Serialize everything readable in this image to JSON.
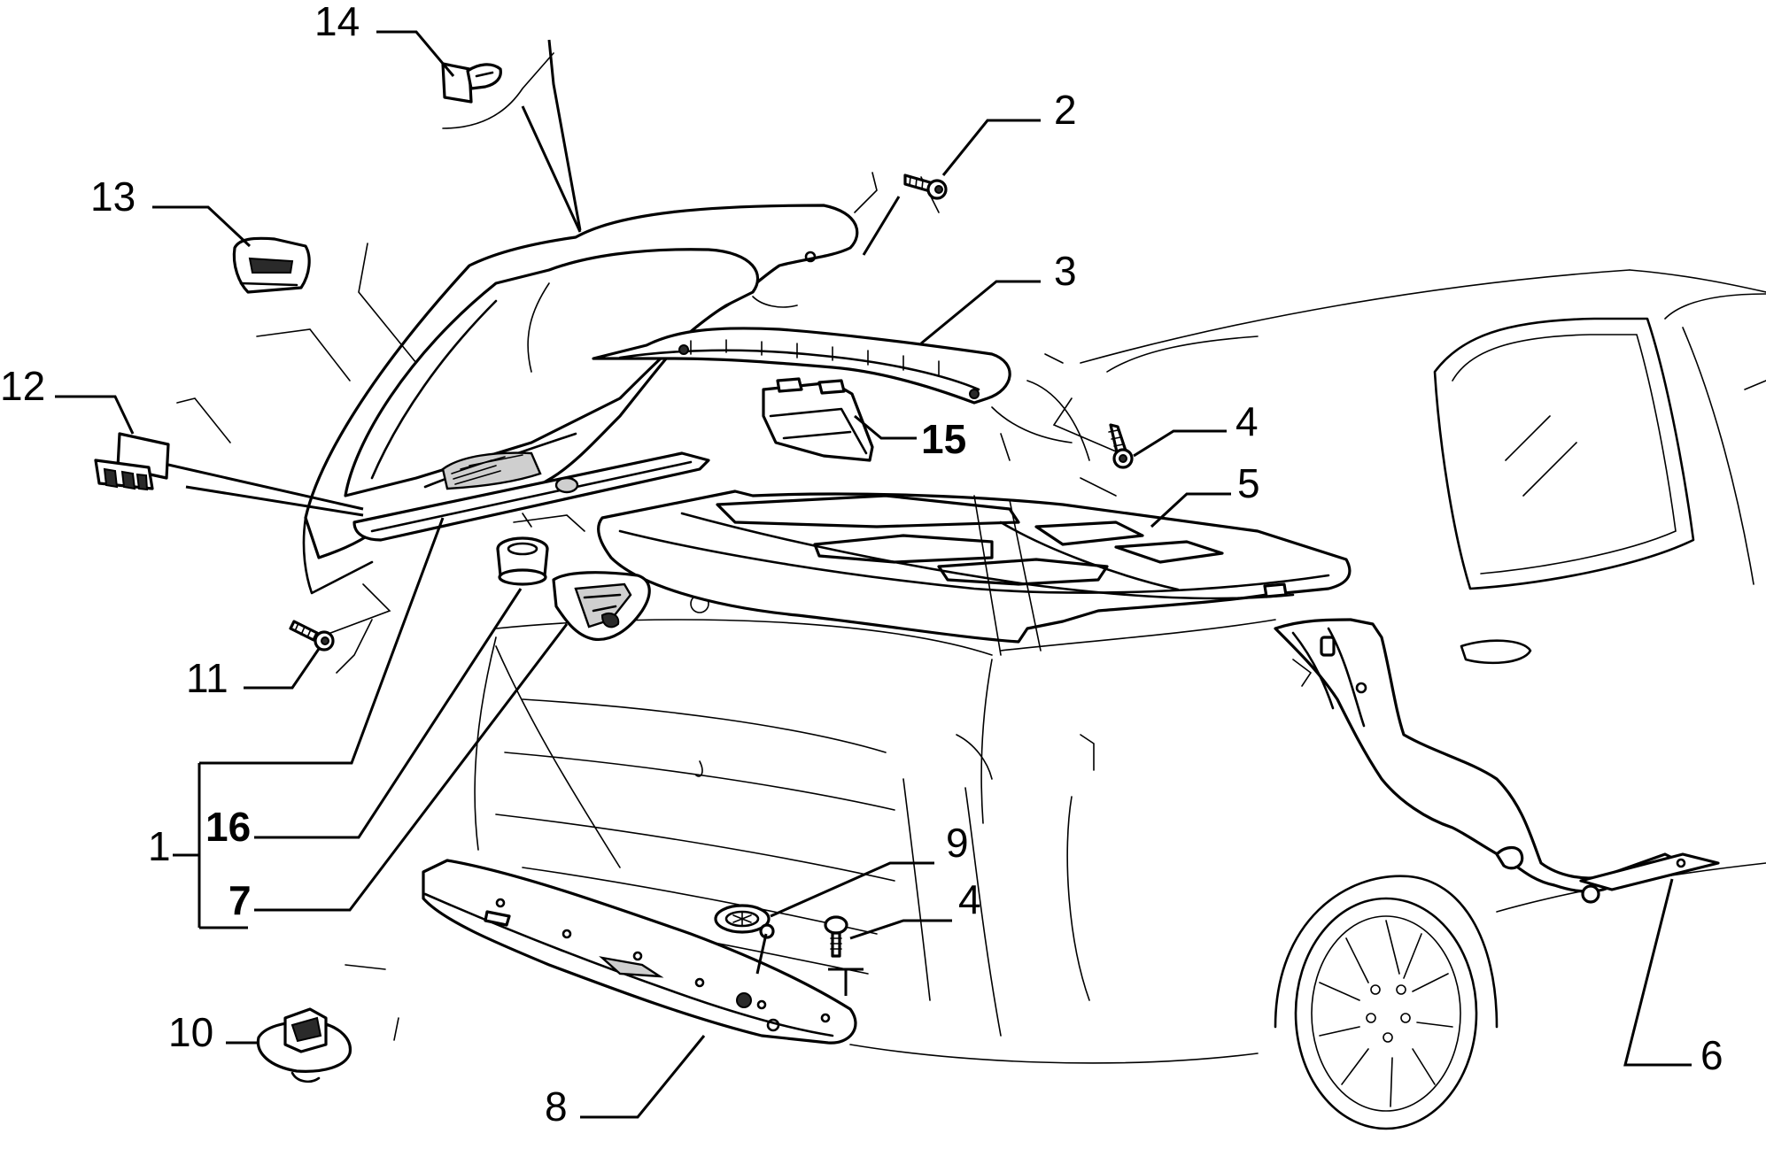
{
  "labels": {
    "l1": "1",
    "l2": "2",
    "l3": "3",
    "l4a": "4",
    "l4b": "4",
    "l5": "5",
    "l6": "6",
    "l7": "7",
    "l8": "8",
    "l9": "9",
    "l10": "10",
    "l11": "11",
    "l12": "12",
    "l13": "13",
    "l14": "14",
    "l15": "15",
    "l16": "16"
  }
}
